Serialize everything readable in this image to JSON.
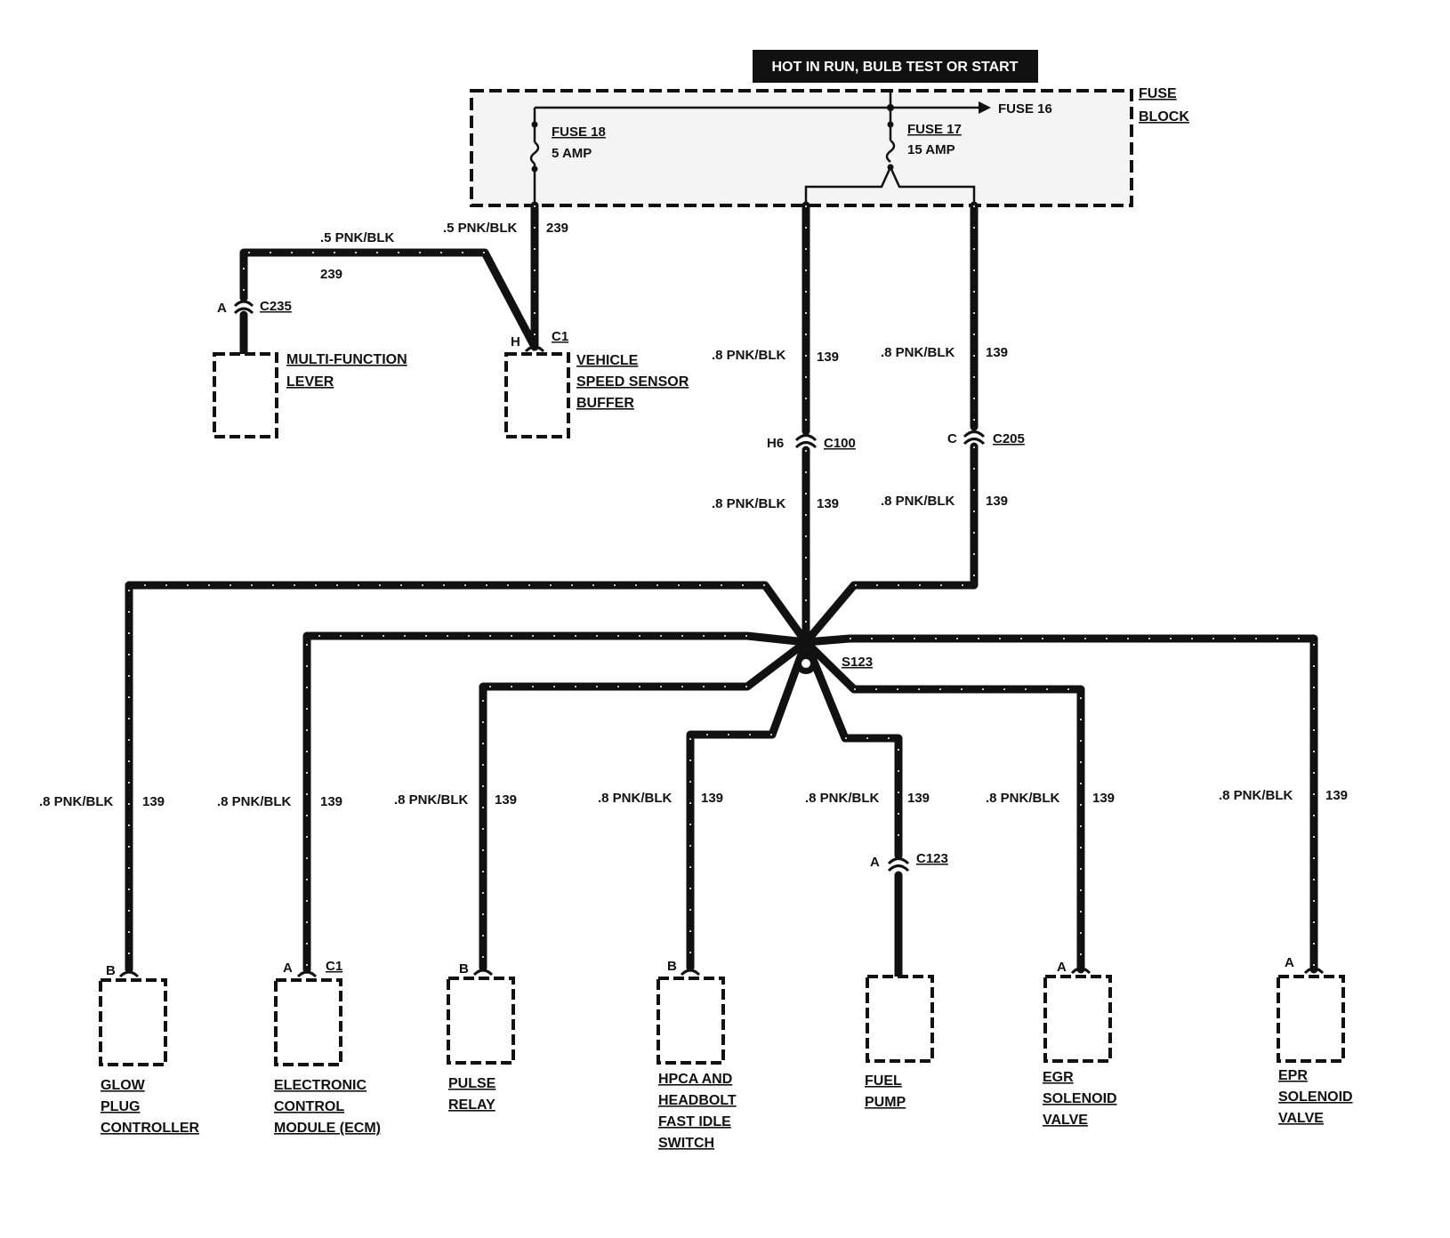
{
  "header": {
    "power_label": "HOT IN RUN, BULB TEST OR START"
  },
  "fuse_block": {
    "label_line1": "FUSE",
    "label_line2": "BLOCK",
    "arrow_label": "FUSE 16",
    "fuse18": {
      "name": "FUSE 18",
      "rating": "5 AMP"
    },
    "fuse17": {
      "name": "FUSE 17",
      "rating": "15 AMP"
    }
  },
  "wires": {
    "w239_horiz_color": ".5 PNK/BLK",
    "w239_horiz_circuit": "239",
    "w239_vert_color": ".5 PNK/BLK",
    "w239_vert_circuit": "239",
    "c100_top_color": ".8 PNK/BLK",
    "c100_top_circuit": "139",
    "c100_bot_color": ".8 PNK/BLK",
    "c100_bot_circuit": "139",
    "c205_top_color": ".8 PNK/BLK",
    "c205_top_circuit": "139",
    "c205_bot_color": ".8 PNK/BLK",
    "c205_bot_circuit": "139"
  },
  "connectors": {
    "c235": {
      "pin": "A",
      "name": "C235"
    },
    "c1_vss": {
      "pin": "H",
      "name": "C1"
    },
    "c100": {
      "pin": "H6",
      "name": "C100"
    },
    "c205": {
      "pin": "C",
      "name": "C205"
    },
    "c123": {
      "pin": "A",
      "name": "C123"
    },
    "splice": "S123"
  },
  "components_top": [
    {
      "line1": "MULTI-FUNCTION",
      "line2": "LEVER"
    },
    {
      "line1": "VEHICLE",
      "line2": "SPEED SENSOR",
      "line3": "BUFFER"
    }
  ],
  "loads": [
    {
      "wire_color": ".8 PNK/BLK",
      "circuit": "139",
      "pin": "B",
      "line1": "GLOW",
      "line2": "PLUG",
      "line3": "CONTROLLER"
    },
    {
      "wire_color": ".8 PNK/BLK",
      "circuit": "139",
      "pin": "A",
      "conn": "C1",
      "line1": "ELECTRONIC",
      "line2": "CONTROL",
      "line3": "MODULE (ECM)"
    },
    {
      "wire_color": ".8 PNK/BLK",
      "circuit": "139",
      "pin": "B",
      "line1": "PULSE",
      "line2": "RELAY"
    },
    {
      "wire_color": ".8 PNK/BLK",
      "circuit": "139",
      "pin": "B",
      "line1": "HPCA AND",
      "line2": "HEADBOLT",
      "line3": "FAST IDLE",
      "line4": "SWITCH"
    },
    {
      "wire_color": ".8 PNK/BLK",
      "circuit": "139",
      "line1": "FUEL",
      "line2": "PUMP"
    },
    {
      "wire_color": ".8 PNK/BLK",
      "circuit": "139",
      "pin": "A",
      "line1": "EGR",
      "line2": "SOLENOID",
      "line3": "VALVE"
    },
    {
      "wire_color": ".8 PNK/BLK",
      "circuit": "139",
      "pin": "A",
      "line1": "EPR",
      "line2": "SOLENOID",
      "line3": "VALVE"
    }
  ]
}
